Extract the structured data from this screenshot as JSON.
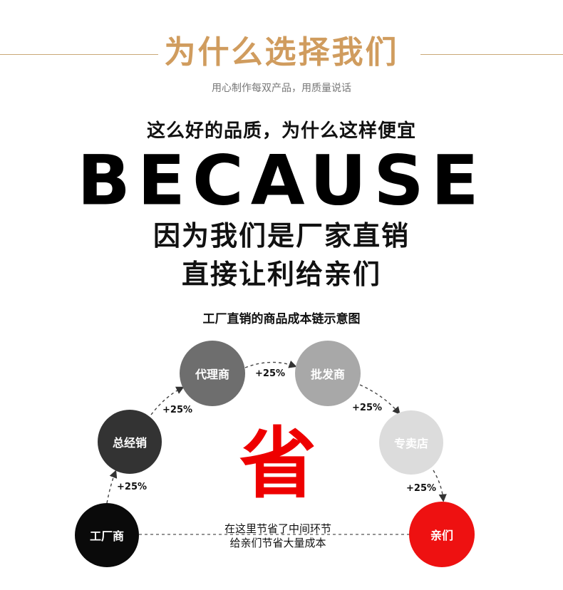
{
  "header": {
    "title": "为什么选择我们",
    "subtitle": "用心制作每双产品，用质量说话"
  },
  "hero": {
    "question": "这么好的品质，为什么这样便宜",
    "because": "BECAUSE",
    "reason_line1": "因为我们是厂家直销",
    "reason_line2": "直接让利给亲们"
  },
  "chain": {
    "title": "工厂直销的商品成本链示意图",
    "nodes": [
      {
        "label": "工厂商",
        "color": "#0a0a0a"
      },
      {
        "label": "总经销",
        "color": "#333333"
      },
      {
        "label": "代理商",
        "color": "#6e6e6e"
      },
      {
        "label": "批发商",
        "color": "#a8a8a8"
      },
      {
        "label": "专卖店",
        "color": "#dcdcdc"
      },
      {
        "label": "亲们",
        "color": "#ee1111"
      }
    ],
    "markups": [
      "+25%",
      "+25%",
      "+25%",
      "+25%",
      "+25%"
    ],
    "save_char": "省",
    "note_line1": "在这里节省了中间环节",
    "note_line2": "给亲们节省大量成本"
  }
}
